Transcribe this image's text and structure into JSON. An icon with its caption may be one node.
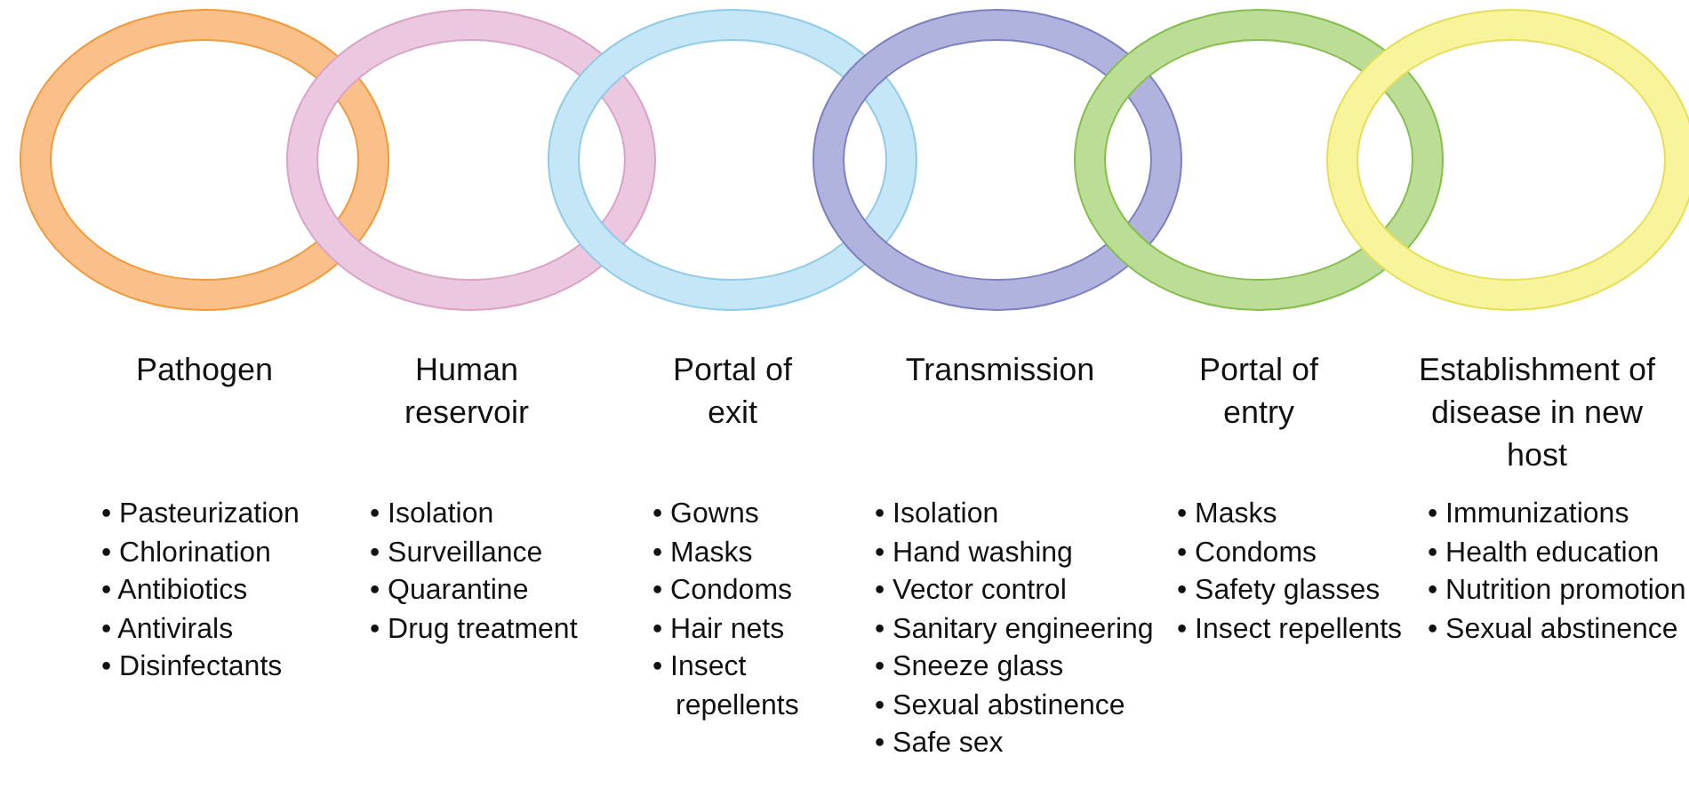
{
  "diagram": {
    "nodes": [
      {
        "text": [],
        "shape": "ring",
        "beside": [
          "Pathogen",
          "• Pasteurization",
          "• Chlorination",
          "• Antibiotics",
          "• Antivirals",
          "• Disinfectants"
        ]
      },
      {
        "text": [],
        "shape": "ring",
        "beside": [
          "Human reservoir",
          "• Isolation",
          "• Surveillance",
          "• Quarantine",
          "• Drug treatment"
        ]
      },
      {
        "text": [],
        "shape": "ring",
        "beside": [
          "Portal of exit",
          "• Gowns",
          "• Masks",
          "• Condoms",
          "• Hair nets",
          "• Insect repellents"
        ]
      },
      {
        "text": [],
        "shape": "ring",
        "beside": [
          "Transmission",
          "• Isolation",
          "• Hand washing",
          "• Vector control",
          "• Sanitary engineering",
          "• Sneeze glass",
          "• Sexual abstinence",
          "• Safe sex"
        ]
      },
      {
        "text": [],
        "shape": "ring",
        "beside": [
          "Portal of entry",
          "• Masks",
          "• Condoms",
          "• Safety glasses",
          "• Insect repellents"
        ]
      },
      {
        "text": [],
        "shape": "ring",
        "beside": [
          "Establishment of disease in new host",
          "• Immunizations",
          "• Health education",
          "• Nutrition promotion",
          "• Sexual abstinence"
        ]
      }
    ]
  }
}
